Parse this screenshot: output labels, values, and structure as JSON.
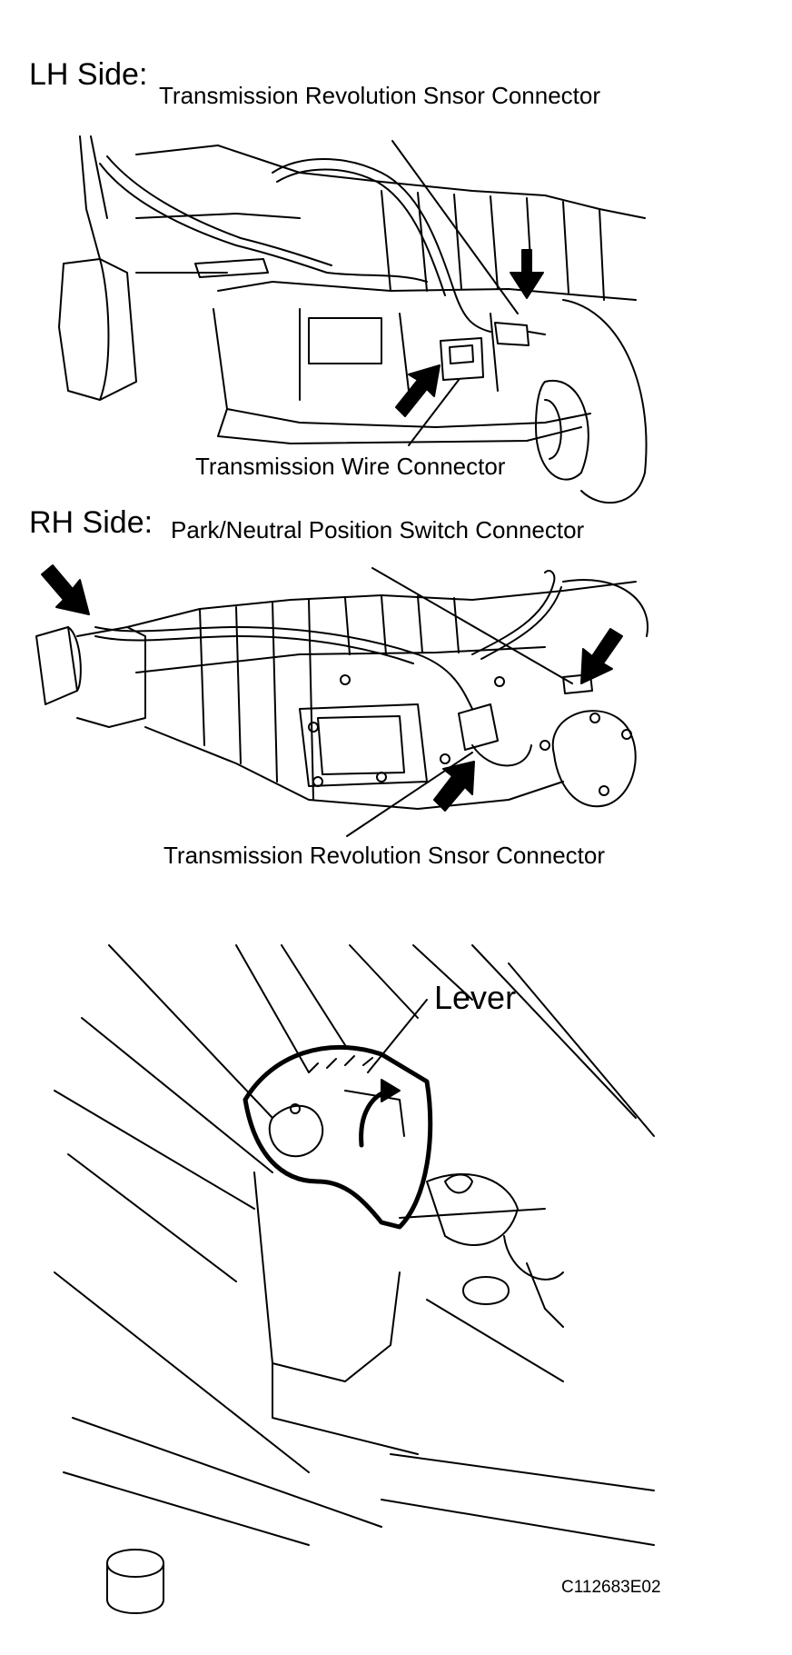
{
  "lh": {
    "side_label": "LH Side:",
    "revolution_sensor_callout": "Transmission Revolution Snsor Connector",
    "wire_connector_callout": "Transmission Wire Connector"
  },
  "rh": {
    "side_label": "RH Side:",
    "park_neutral_callout": "Park/Neutral Position Switch Connector",
    "revolution_sensor_callout": "Transmission Revolution Snsor Connector"
  },
  "lever": {
    "callout": "Lever"
  },
  "figure_code": "C112683E02"
}
